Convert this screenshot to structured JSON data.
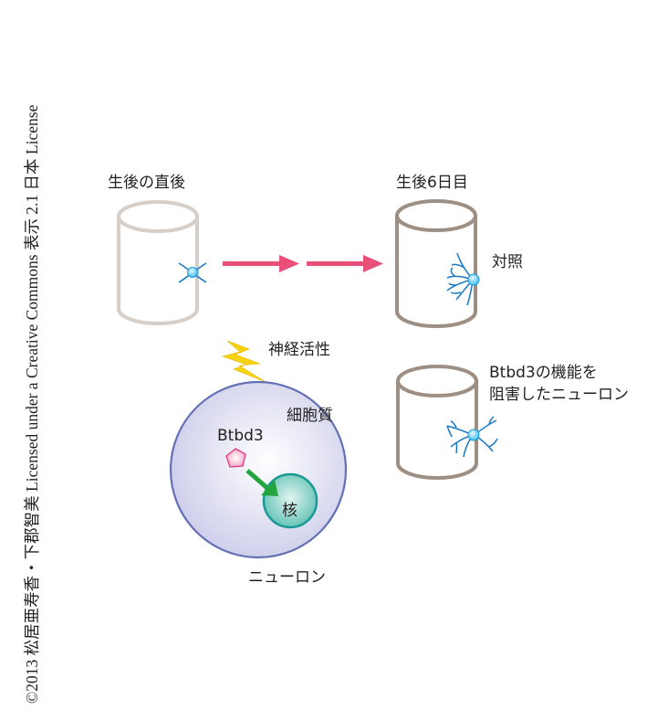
{
  "credit": "©2013 松居亜寿香・下郡智美 Licensed under a Creative Commons 表示 2.1 日本 License",
  "stages": {
    "before": {
      "title": "生後の直後"
    },
    "after": {
      "title": "生後6日目"
    }
  },
  "conditions": {
    "control": {
      "label": "対照"
    },
    "knockdown": {
      "label_line1": "Btbd3の機能を",
      "label_line2": "阻害したニューロン"
    }
  },
  "neuron_cell": {
    "trigger_label": "神経活性",
    "cytoplasm_label": "細胞質",
    "protein_label": "Btbd3",
    "nucleus_label": "核",
    "cell_label": "ニューロン"
  },
  "colors": {
    "cylinder_early": "#d6cfc9",
    "cylinder_late": "#9e8f84",
    "arrow_pink": "#e8507a",
    "neuron_blue": "#1a78c2",
    "cell_fill": "#d9d9f0",
    "cell_stroke": "#6470b4",
    "nucleus_fill": "#66c4b8",
    "nucleus_stroke": "#1a9a96",
    "green_arrow": "#21a53c",
    "pentagon": "#f4a6c4",
    "lightning": "#f5d40f"
  }
}
